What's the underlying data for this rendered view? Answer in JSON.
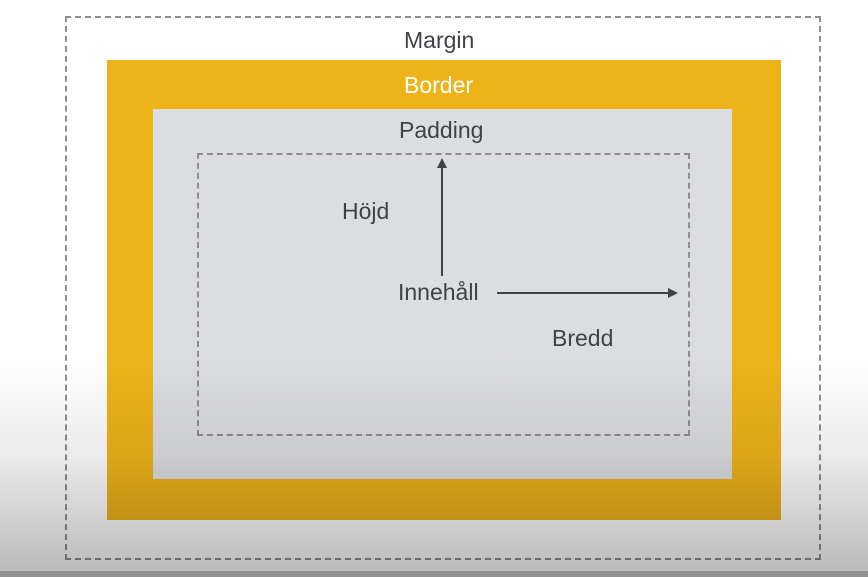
{
  "diagram": {
    "labels": {
      "margin": "Margin",
      "border": "Border",
      "padding": "Padding",
      "height": "Höjd",
      "content": "Innehåll",
      "width": "Bredd"
    },
    "colors": {
      "border_fill": "#eeb319",
      "padding_fill": "#dcdde0",
      "dashed_outline": "#8f8f8f",
      "text": "#3f4246",
      "border_text": "#ffffff"
    }
  }
}
